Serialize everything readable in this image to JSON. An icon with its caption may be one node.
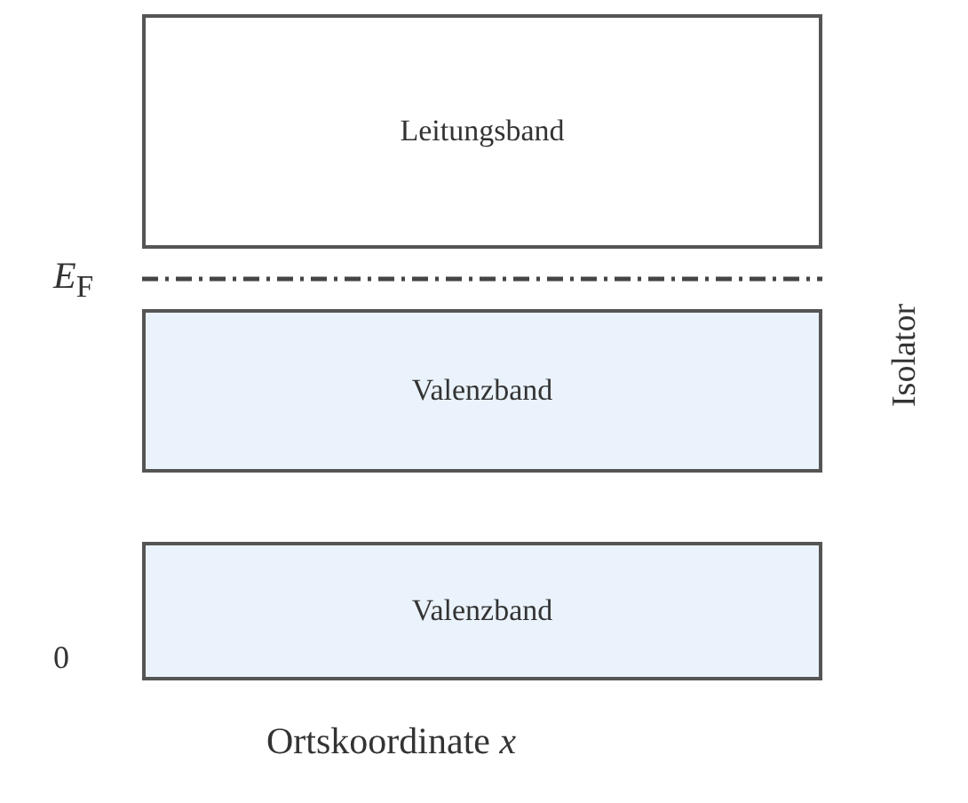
{
  "diagram": {
    "nodes": [
      {
        "text": [
          "Leitungsband"
        ]
      },
      {
        "text": [
          "Valenzband"
        ]
      },
      {
        "text": [
          "Valenzband"
        ]
      }
    ],
    "labels": [
      "*E*$_{F}$",
      "Isolator",
      "0",
      "Ortskoordinate *x*"
    ]
  }
}
